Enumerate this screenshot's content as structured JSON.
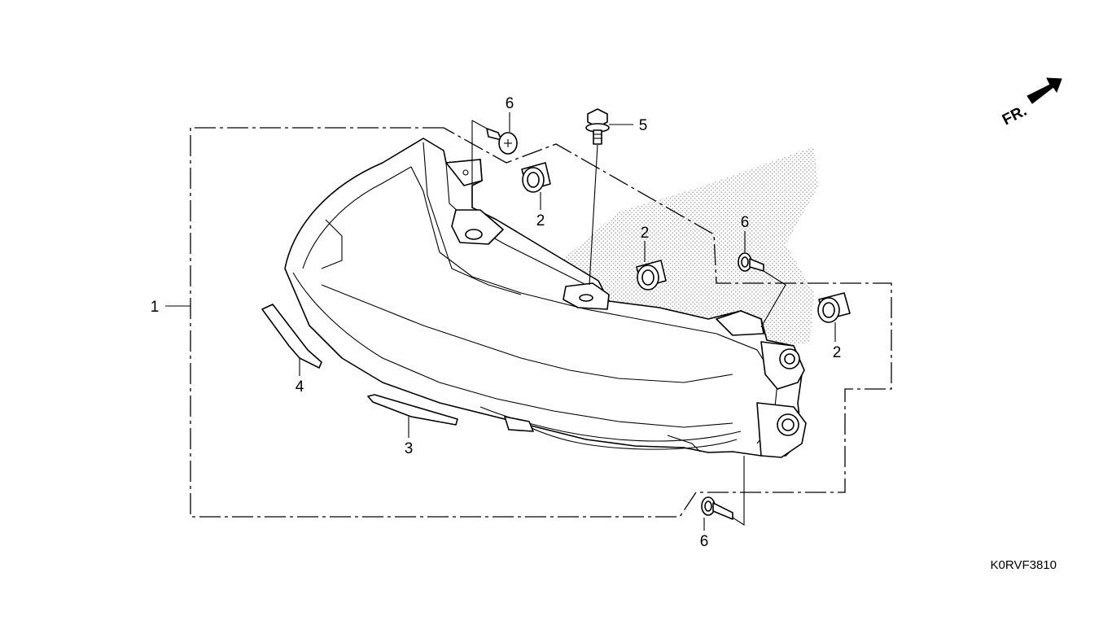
{
  "diagram": {
    "drawing_code": "K0RVF3810",
    "front_indicator": "FR.",
    "callouts": {
      "assembly": "1",
      "collar_a": "2",
      "collar_b": "2",
      "collar_c": "2",
      "seal_lower": "3",
      "seal_side": "4",
      "flange_bolt": "5",
      "screw_top": "6",
      "screw_right": "6",
      "screw_bottom": "6"
    },
    "colors": {
      "line": "#000000",
      "background": "#ffffff",
      "stipple": "#555555"
    }
  }
}
